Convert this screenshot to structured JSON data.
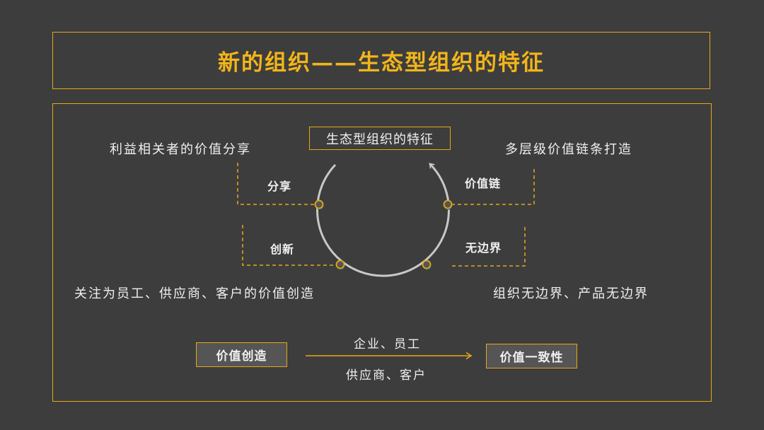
{
  "header": {
    "title": "新的组织——生态型组织的特征"
  },
  "diagram": {
    "center_label": "生态型组织的特征",
    "nodes": [
      {
        "id": "share",
        "label": "分享",
        "description": "利益相关者的价值分享"
      },
      {
        "id": "value_chain",
        "label": "价值链",
        "description": "多层级价值链条打造"
      },
      {
        "id": "innovation",
        "label": "创新",
        "description": "关注为员工、供应商、客户的价值创造"
      },
      {
        "id": "boundaryless",
        "label": "无边界",
        "description": "组织无边界、产品无边界"
      }
    ],
    "flow": {
      "source": "价值创造",
      "target": "价值一致性",
      "arrow_top_label": "企业、员工",
      "arrow_bottom_label": "供应商、客户"
    }
  },
  "colors": {
    "background": "#3d3d3d",
    "accent": "#e6a817",
    "title": "#f2b51a",
    "text": "#f0f0f0",
    "circle": "#c8c8c8",
    "box_fill": "#555555"
  }
}
